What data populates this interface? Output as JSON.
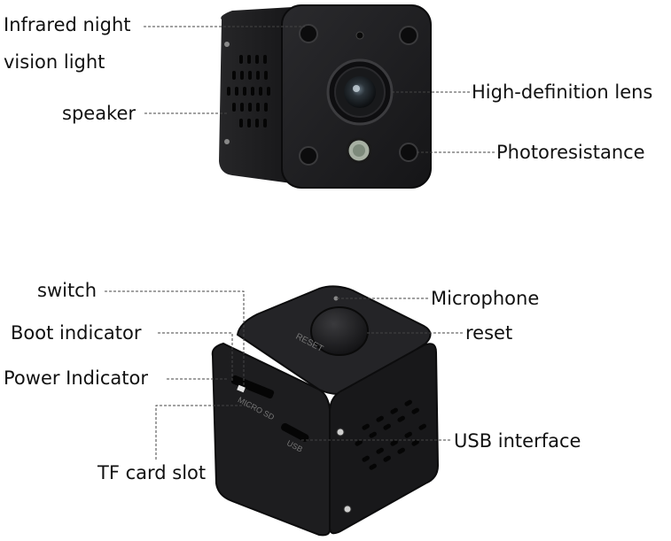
{
  "labels": {
    "infrared_line1": "Infrared night",
    "infrared_line2": "vision light",
    "speaker": "speaker",
    "hd_lens": "High-definition lens",
    "photoresistance": "Photoresistance",
    "switch": "switch",
    "microphone": "Microphone",
    "boot_indicator": "Boot indicator",
    "reset": "reset",
    "power_indicator": "Power Indicator",
    "usb_interface": "USB interface",
    "tf_card_slot": "TF card slot"
  },
  "device_print": {
    "reset": "RESET",
    "micro_sd": "MICRO SD",
    "usb": "USB"
  },
  "colors": {
    "body": "#1c1c1e",
    "body_edge": "#0d0d0e",
    "face": "#202022",
    "leader": "#444444",
    "text": "#111111"
  }
}
